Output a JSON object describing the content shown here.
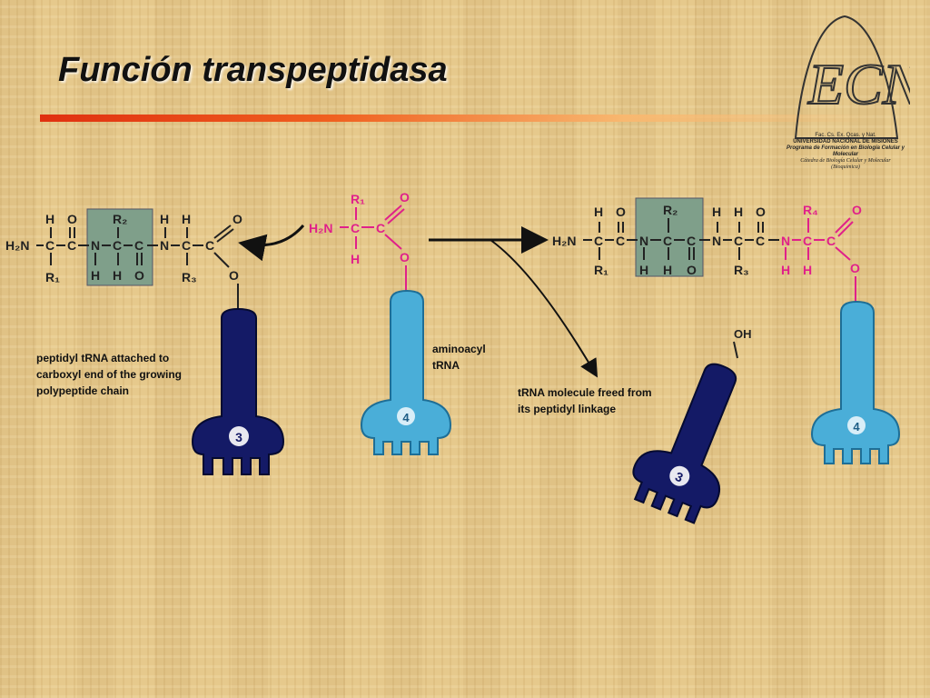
{
  "slide": {
    "title": "Función transpeptidasa"
  },
  "logo": {
    "line1": "Fac. Cs. Ex. Qcas. y Nat.",
    "line2": "UNIVERSIDAD NACIONAL DE MISIONES",
    "line3": "Programa de Formación en Biología Celular y",
    "line4": "Molecular",
    "line5": "Cátedra de Biología Celular y Molecular",
    "line6": "(Bioquímica)"
  },
  "labels": {
    "peptidyl_1": "peptidyl tRNA attached to",
    "peptidyl_2": "carboxyl end of the growing",
    "peptidyl_3": "polypeptide chain",
    "aminoacyl_1": "aminoacyl",
    "aminoacyl_2": "tRNA",
    "freed_1": "tRNA molecule freed from",
    "freed_2": "its peptidyl linkage",
    "oh": "OH"
  },
  "trna": {
    "three": "3",
    "four": "4"
  },
  "chem": {
    "H": "H",
    "O": "O",
    "C": "C",
    "N": "N",
    "H2N": "H₂N",
    "R1": "R₁",
    "R2": "R₂",
    "R3": "R₃",
    "R4": "R₄"
  },
  "colors": {
    "dark_trna": "#141a66",
    "light_trna": "#4aaed8",
    "pink": "#e0208a",
    "highlight_box": "#7f9f8a"
  }
}
